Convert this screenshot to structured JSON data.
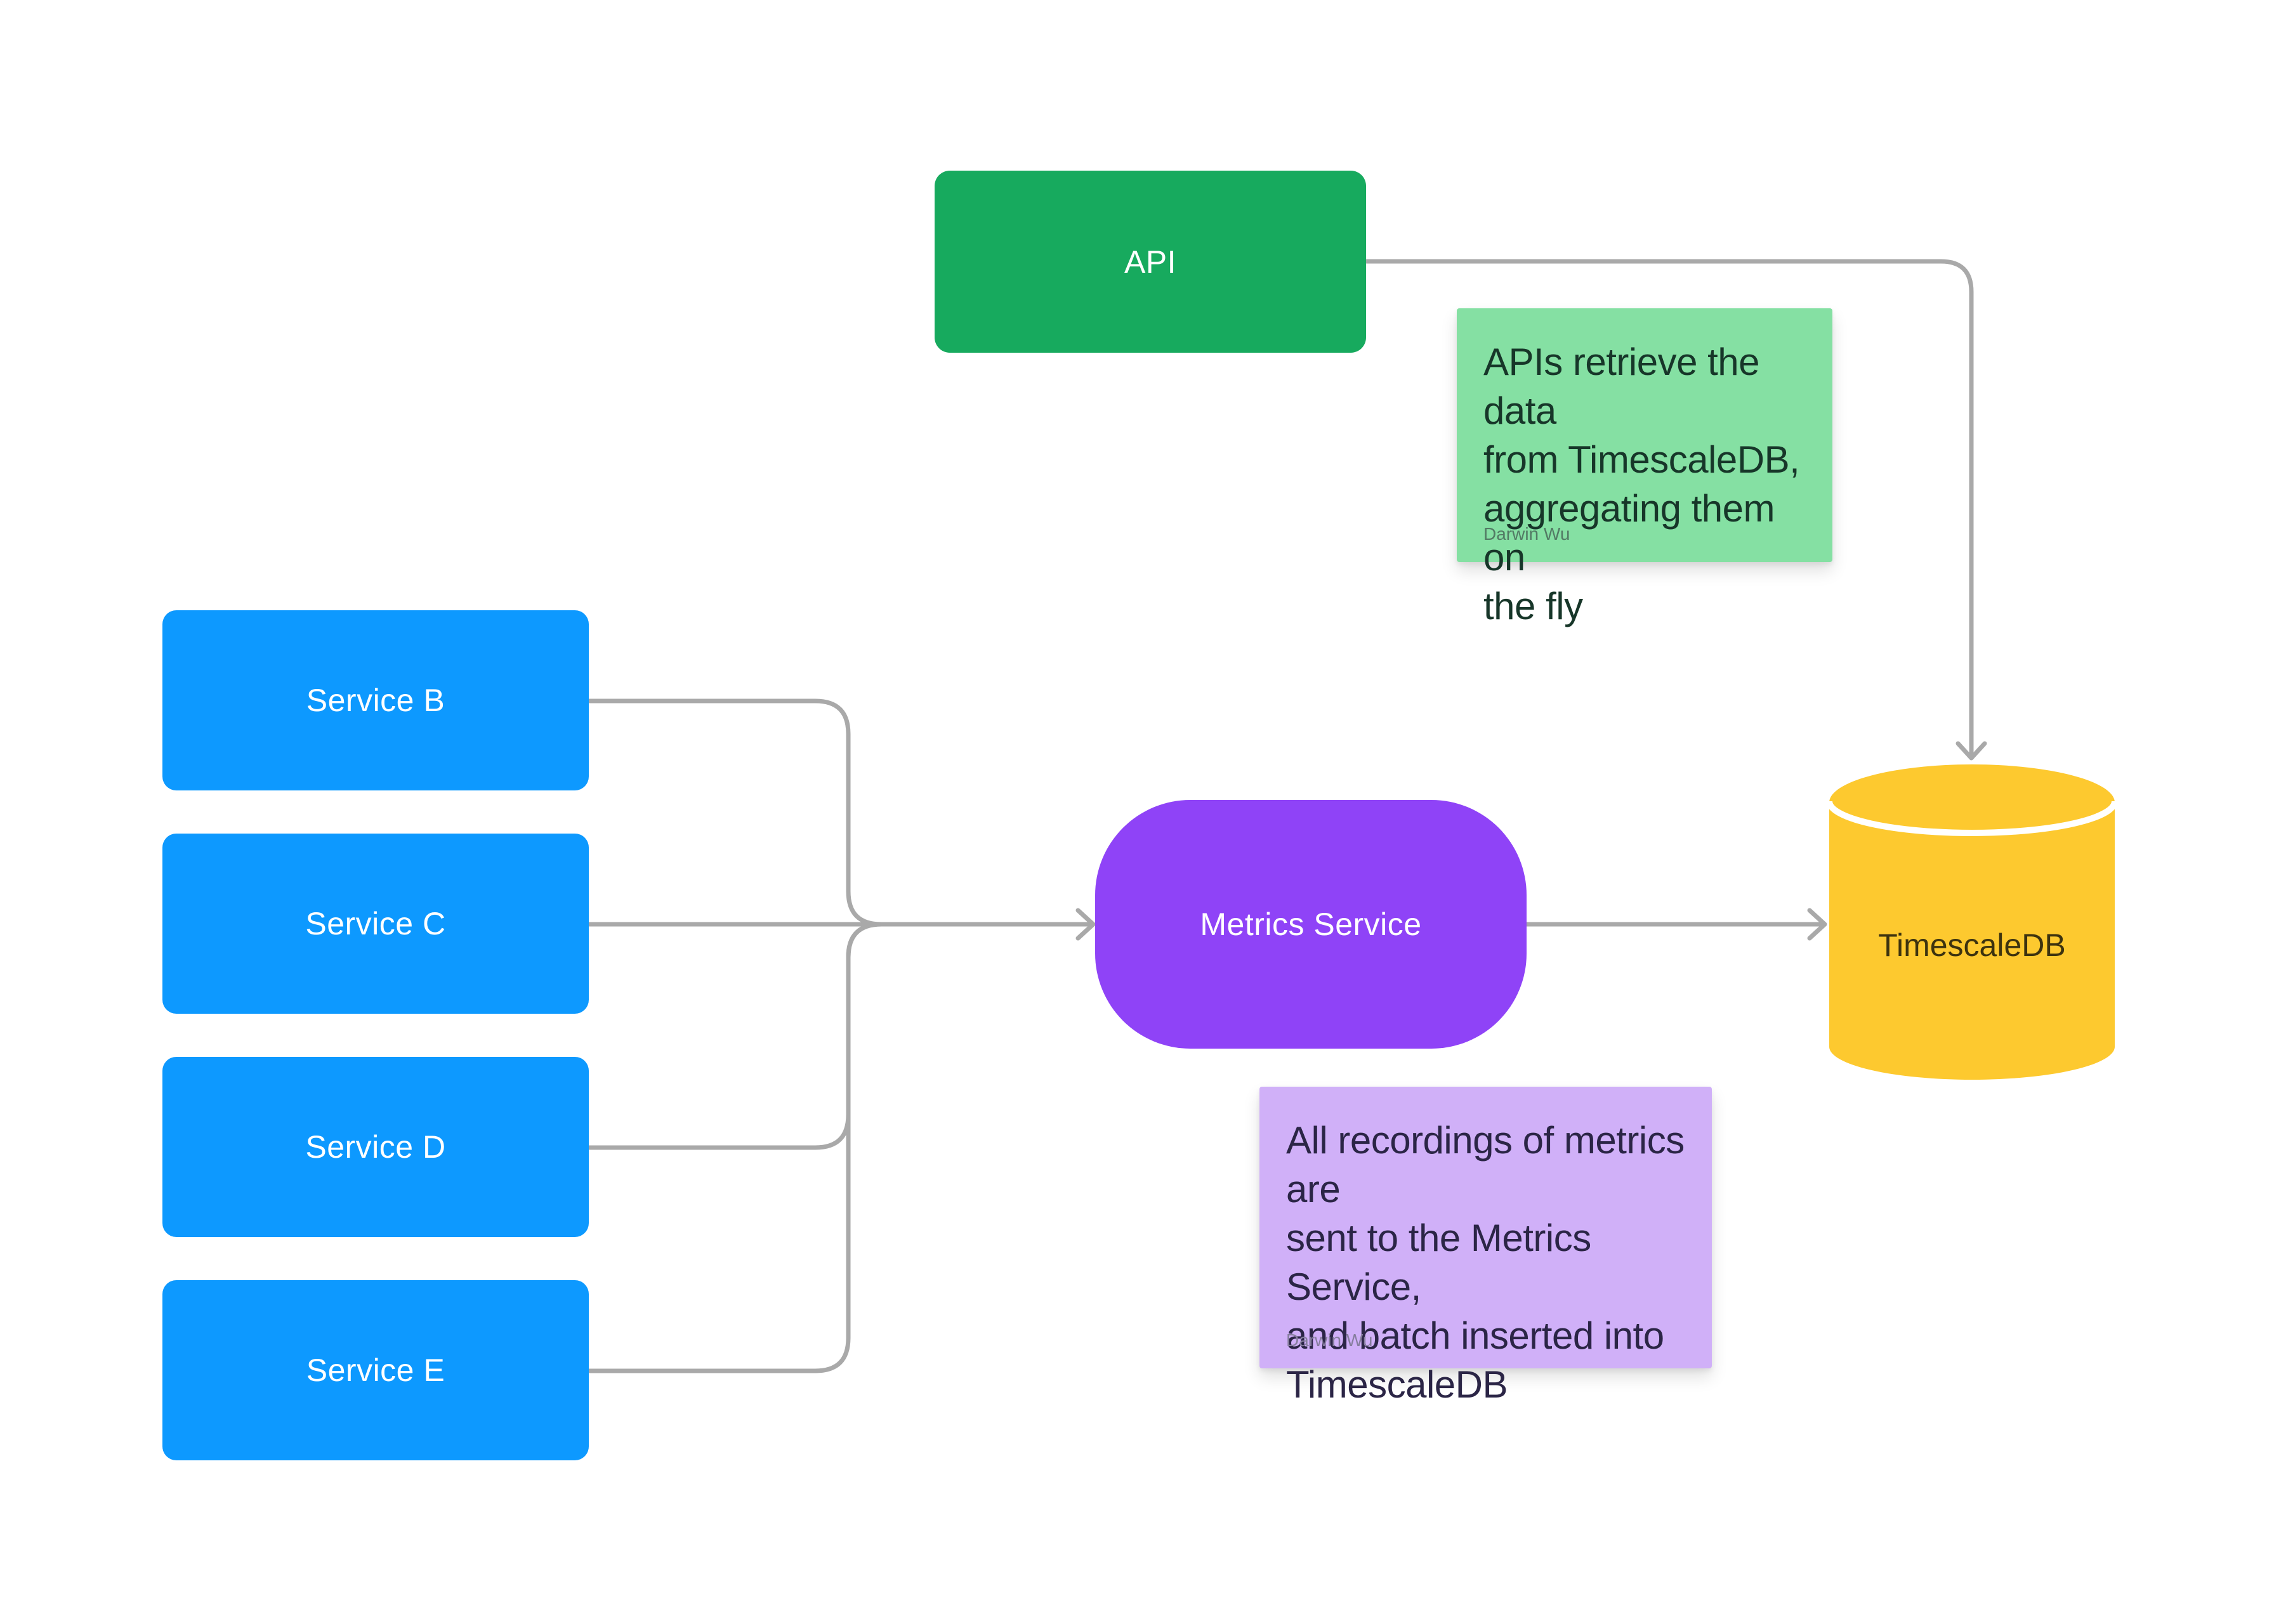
{
  "palette": {
    "blue": "#0D99FF",
    "green": "#17AA5E",
    "purple": "#8F43F7",
    "yellow": "#FDC92F",
    "sticky_green": "#85E0A3",
    "sticky_violet": "#D0B0F8",
    "connector_gray": "#A9A9A9"
  },
  "nodes": {
    "api": {
      "label": "API"
    },
    "services": [
      {
        "label": "Service B"
      },
      {
        "label": "Service C"
      },
      {
        "label": "Service D"
      },
      {
        "label": "Service E"
      }
    ],
    "metrics_service": {
      "label": "Metrics Service"
    },
    "database": {
      "label": "TimescaleDB"
    }
  },
  "notes": {
    "api_note": {
      "text": "APIs retrieve the data\nfrom TimescaleDB,\naggregating them on\nthe fly",
      "author": "Darwin Wu"
    },
    "metrics_note": {
      "text": "All recordings of metrics are\nsent to the Metrics Service,\nand batch inserted into\nTimescaleDB",
      "author": "Darwin Wu"
    }
  }
}
